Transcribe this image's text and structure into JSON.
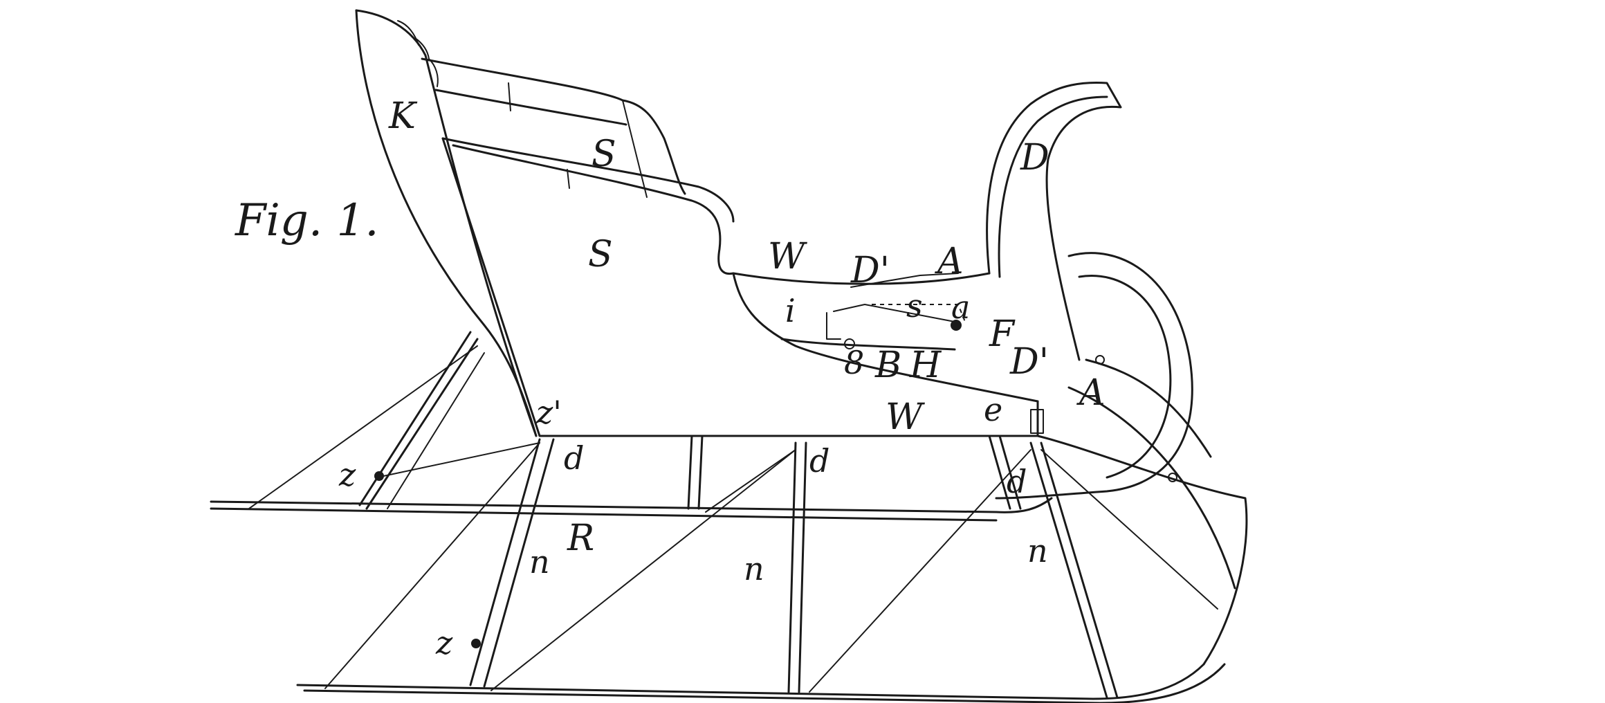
{
  "figure": {
    "title": "Fig. 1.",
    "labels": {
      "K": "K",
      "S_upper": "S",
      "S_lower": "S",
      "D_top": "D",
      "W_upper": "W",
      "D_prime_upper": "D'",
      "A_upper": "A",
      "a": "a",
      "s": "s",
      "i": "i",
      "F": "F",
      "D_prime_lower": "D'",
      "A_lower": "A",
      "B": "B",
      "H": "H",
      "eight": "8",
      "W_lower": "W",
      "e": "e",
      "z_prime": "z'",
      "d_left": "d",
      "d_mid": "d",
      "d_right": "d",
      "z_upper": "z",
      "z_lower": "z",
      "R": "R",
      "n_left": "n",
      "n_mid": "n",
      "n_right": "n"
    }
  },
  "colors": {
    "ink": "#1a1a1a",
    "paper": "#ffffff"
  }
}
